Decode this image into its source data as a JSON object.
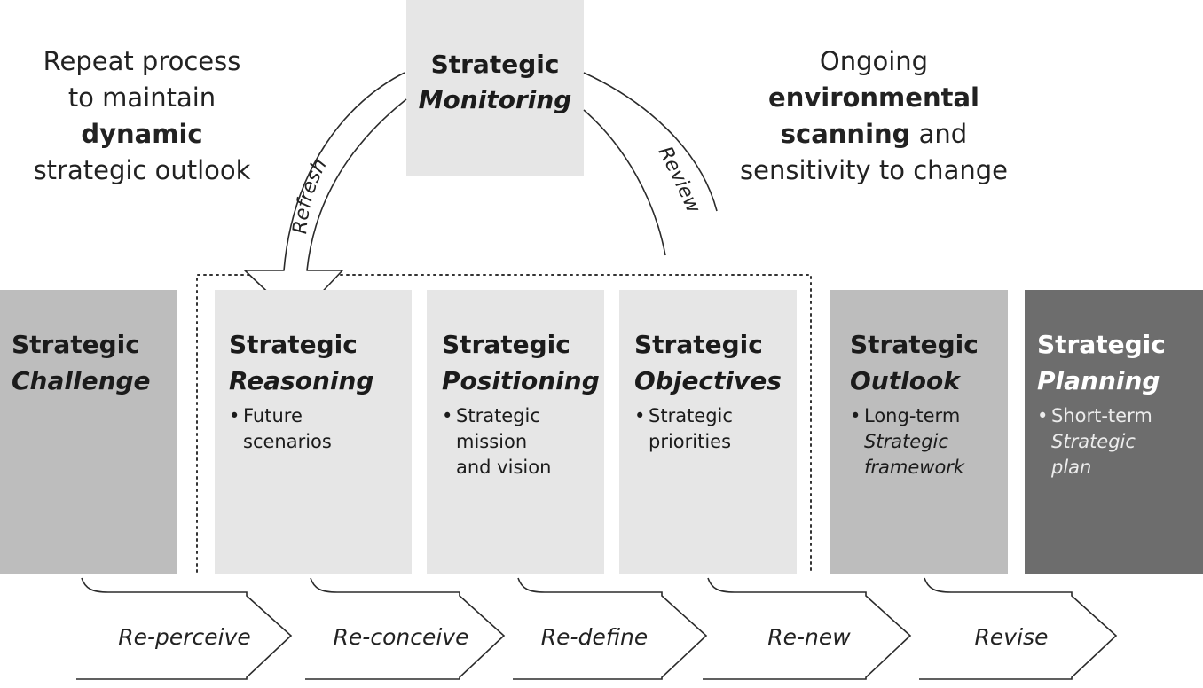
{
  "notes": {
    "left": {
      "line1": "Repeat process",
      "line2": "to maintain",
      "line3": "dynamic",
      "line4": "strategic outlook"
    },
    "right": {
      "line1": "Ongoing",
      "line2": "environmental",
      "line3_bold": "scanning",
      "line3_rest": " and",
      "line4": "sensitivity to change"
    }
  },
  "monitoring": {
    "line1": "Strategic",
    "line2": "Monitoring"
  },
  "curves": {
    "refresh": "Refresh",
    "review": "Review"
  },
  "boxes": [
    {
      "line1": "Strategic",
      "line2": "Challenge",
      "color": "#bdbdbd"
    },
    {
      "line1": "Strategic",
      "line2": "Reasoning",
      "bullet_a": "Future",
      "bullet_b": "scenarios",
      "color": "#e6e6e6"
    },
    {
      "line1": "Strategic",
      "line2": "Positioning",
      "bullet_a": "Strategic",
      "bullet_b": "mission",
      "bullet_c": "and vision",
      "color": "#e6e6e6"
    },
    {
      "line1": "Strategic",
      "line2": "Objectives",
      "bullet_a": "Strategic",
      "bullet_b": "priorities",
      "color": "#e6e6e6"
    },
    {
      "line1": "Strategic",
      "line2": "Outlook",
      "bullet_a": "Long-term",
      "bullet_b": "Strategic",
      "bullet_c": "framework",
      "color": "#bdbdbd"
    },
    {
      "line1": "Strategic",
      "line2": "Planning",
      "bullet_a": "Short-term",
      "bullet_b": "Strategic",
      "bullet_c": "plan",
      "color": "#6d6d6d"
    }
  ],
  "steps": [
    {
      "label": "Re-perceive"
    },
    {
      "label": "Re-conceive"
    },
    {
      "label": "Re-define"
    },
    {
      "label": "Re-new"
    },
    {
      "label": "Revise"
    }
  ],
  "bullet_glyph": "•"
}
